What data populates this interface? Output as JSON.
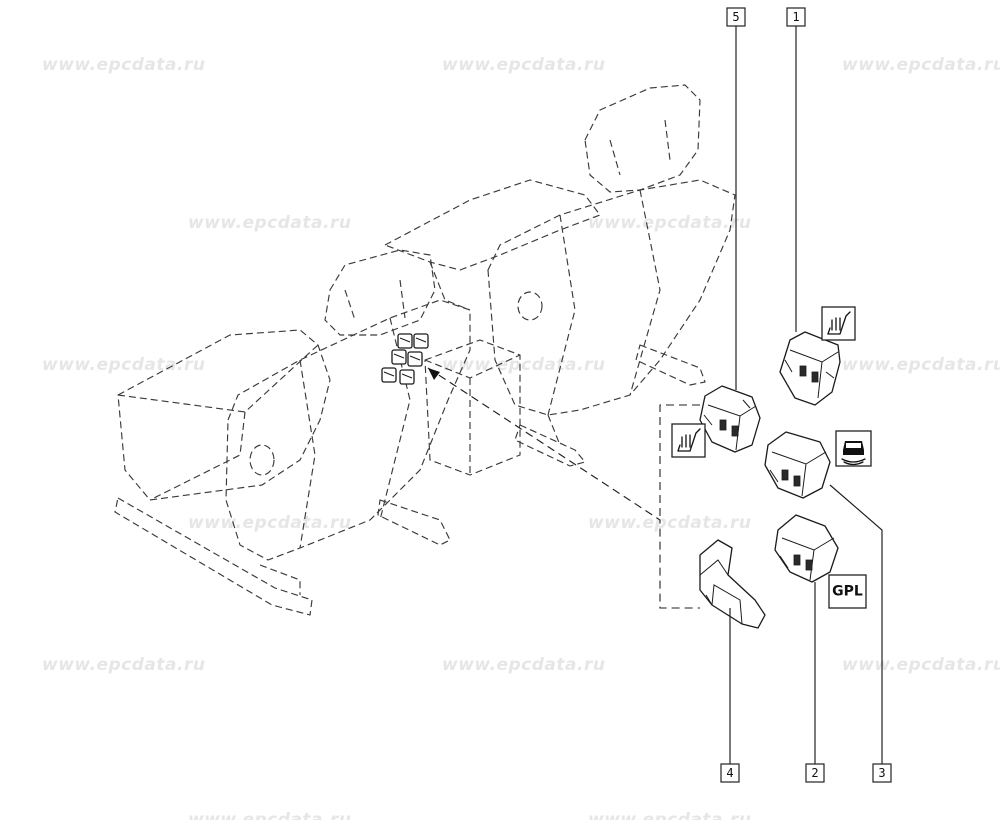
{
  "watermark": "www.epcdata.ru",
  "callouts": [
    "1",
    "2",
    "3",
    "4",
    "5"
  ],
  "icons": {
    "gpl_label": "GPL"
  }
}
